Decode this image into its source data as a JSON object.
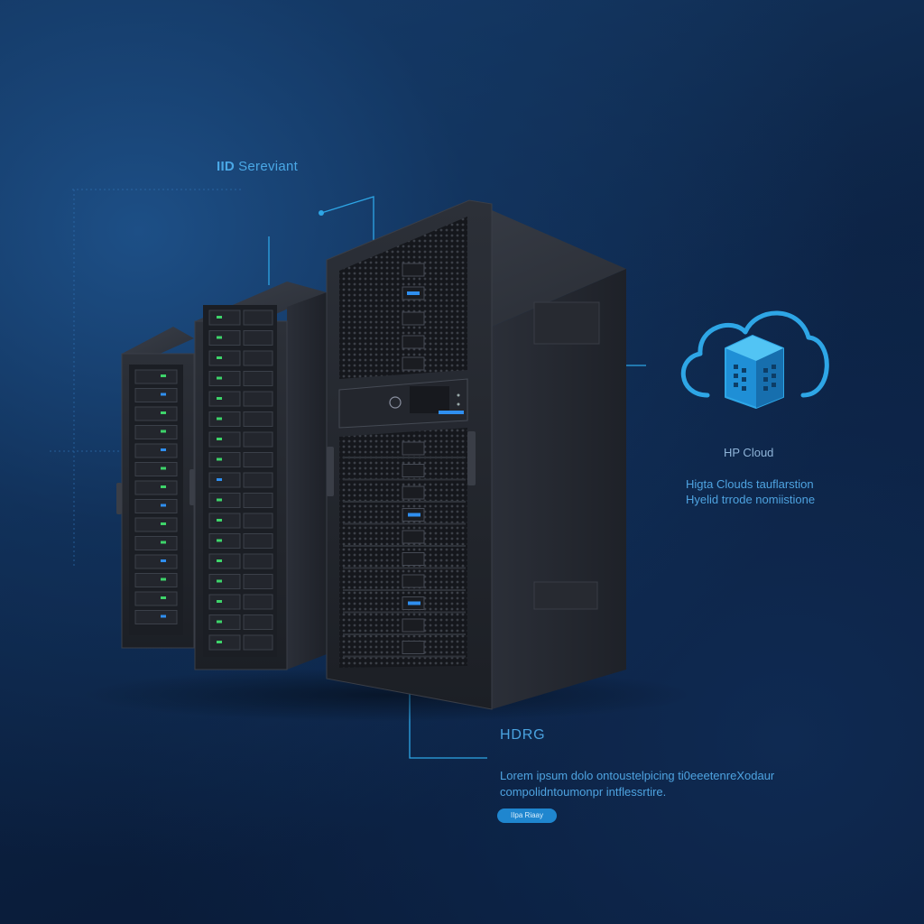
{
  "top_label": {
    "brand": "IID",
    "text": "Sereviant"
  },
  "cloud": {
    "title": "HP Cloud",
    "description_lines": [
      "Higta Clouds tauflarstion",
      "Hyelid trrode nomiistione"
    ]
  },
  "bottom": {
    "title": "HDRG",
    "description_lines": [
      "Lorem ipsum dolo ontoustelpicing ti0eeetenreXodaur",
      "compolidntoumonpr intflessrtire."
    ],
    "button_label": "IIpa Riaay"
  },
  "colors": {
    "background_top": "#153a66",
    "background_bottom": "#081833",
    "accent": "#2ea6e6",
    "label_text": "#4ea3e0",
    "server_body": "#2a2e37",
    "led_green": "#3ed46a",
    "led_blue": "#2f8ff0"
  },
  "icons": {
    "cloud": "cloud-server-icon"
  }
}
